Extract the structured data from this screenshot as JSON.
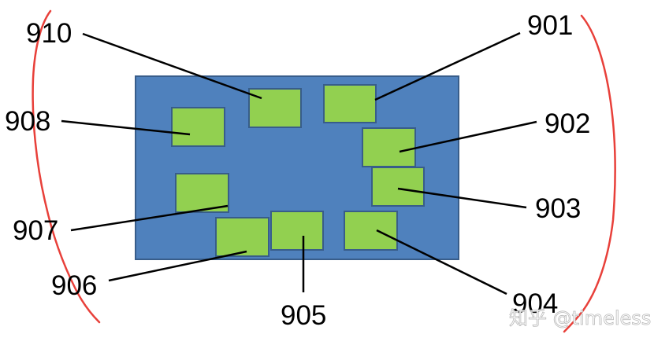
{
  "diagram": {
    "labels": {
      "p901": "901",
      "p902": "902",
      "p903": "903",
      "p904": "904",
      "p905": "905",
      "p906": "906",
      "p907": "907",
      "p908": "908",
      "p910": "910"
    },
    "colors": {
      "board": "#4f81bd",
      "pad": "#92d050",
      "outline": "#385d8a",
      "bracket": "#e8403a"
    }
  },
  "watermark": "知乎 @timeless"
}
